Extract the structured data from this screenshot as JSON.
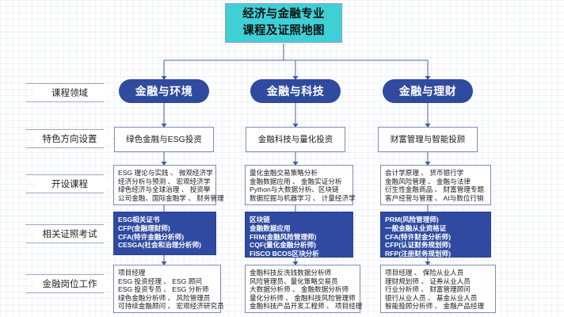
{
  "title": {
    "line1": "经济与金融专业",
    "line2": "课程及证照地图",
    "color": "#3fd0d6"
  },
  "row_labels": [
    {
      "name": "course-domain",
      "label": "课程领域"
    },
    {
      "name": "feature-track",
      "label": "特色方向设置"
    },
    {
      "name": "offered-courses",
      "label": "开设课程"
    },
    {
      "name": "certifications",
      "label": "相关证照考试"
    },
    {
      "name": "finance-jobs",
      "label": "金融岗位工作"
    }
  ],
  "colors": {
    "pill": "#2f4a9e",
    "cert_box": "#2f4aa0",
    "box_border": "#7b8cb8",
    "wire": "#6f82b4"
  },
  "columns": [
    {
      "key": "finance-environment",
      "pill": "金融与环境",
      "track": "绿色金融与ESG投资",
      "courses": [
        "ESG 理论与实践 、 微观经济学",
        "经济分析与预测 、 宏观经济学",
        "绿色经济与全球治理 、 投资學",
        "公司金融、国际金融学 、 财务管理"
      ],
      "certs": [
        "ESG相关证书",
        "CFP(金融理财师)",
        "CFA(特许金融分析师)",
        "CESGA(社会和治理分析师)"
      ],
      "jobs": [
        "项目经理",
        "ESG 投资经理 、 ESG 顾问",
        "ESG 投资专员 、 ESG 分析师",
        "绿色金融分析师 、 风险管理员",
        "可持续金融顾问 、 宏观经济研究员"
      ]
    },
    {
      "key": "finance-technology",
      "pill": "金融与科技",
      "track": "金融科技与量化投资",
      "courses": [
        "量化金融交易策略分析",
        "金融数据应用 、 金融实证分析",
        "Python与大数据分析、区块链",
        "数据挖掘与机器学习 、 计量经济学"
      ],
      "certs": [
        "区块链",
        "金融数据应用",
        "FRM(金融风险管理师)",
        "CQF(量化金融分析师)",
        "FISCO BCOS区块分析"
      ],
      "jobs": [
        "金融科技反洗钱数据分析师",
        "风险管理员、量化策略交易员",
        "大数据分析师 、 金融数据分析师",
        "量化分析师 、 金融科技风险管理师",
        "金融科技产品开发工程师 、 项目经理"
      ]
    },
    {
      "key": "finance-wealth",
      "pill": "金融与理财",
      "track": "财富管理与智能投顾",
      "courses": [
        "会计学原理 、 货币银行学",
        "金融风险管理 、 金融与法律",
        "衍生性金融商品 、 财富管理专题",
        "客户经营与管理 、 AI与数位行销"
      ],
      "certs": [
        "PRM(风险管理师)",
        "一般金融从业资格证",
        "CFA(特许财金分析师)",
        "CFP(认证财务规划师)",
        "RFP(注册财务规划师)"
      ],
      "jobs": [
        "项目经理 、 保险从业人员",
        "理财规划师 、 证券从业人员",
        "行业分析师 、 财富管理顾问",
        "银行从业人员 、 基金从业人员",
        "智能投顾分析师 、 金融产品经理"
      ]
    }
  ]
}
